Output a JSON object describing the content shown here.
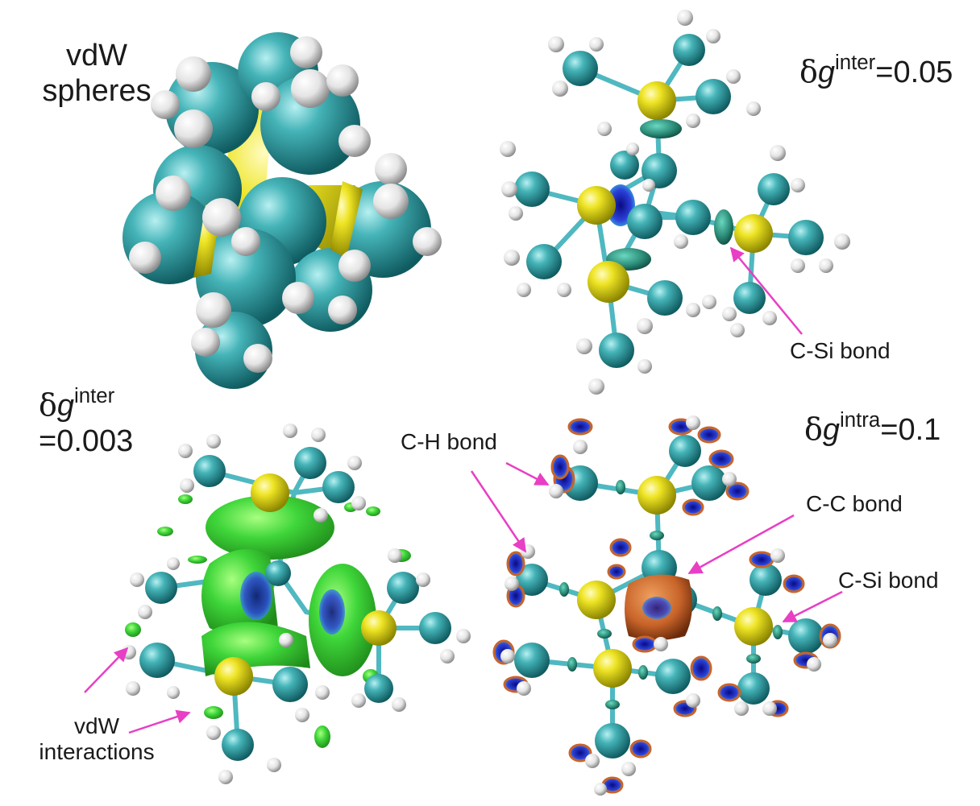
{
  "panels": {
    "top_left": {
      "label_line1": "vdW",
      "label_line2": "spheres"
    },
    "top_right": {
      "delta": "δ",
      "g": "g",
      "sup": "inter",
      "value": "=0.05",
      "annotation": "C-Si bond"
    },
    "bottom_left": {
      "delta": "δ",
      "g": "g",
      "sup": "inter",
      "value": "=0.003",
      "annotation_line1": "vdW",
      "annotation_line2": "interactions"
    },
    "bottom_right": {
      "delta": "δ",
      "g": "g",
      "sup": "intra",
      "value": "=0.1",
      "annotations": {
        "ch": "C-H bond",
        "cc": "C-C bond",
        "csi": "C-Si bond"
      }
    }
  },
  "colors": {
    "carbon": "#3aa6ab",
    "silicon": "#e8e01a",
    "hydrogen": "#f0f0f0",
    "bond": "#4fb8c0",
    "arrow": "#e83fc4",
    "vdw_green": "#3fd63a",
    "isosurface_blue": "#2030c0",
    "isosurface_orange": "#c8642a",
    "isosurface_teal": "#2c8c78"
  },
  "icons": [
    "molecule-spacefill",
    "molecule-ball-stick",
    "isosurface-blob",
    "pointer-arrow"
  ]
}
